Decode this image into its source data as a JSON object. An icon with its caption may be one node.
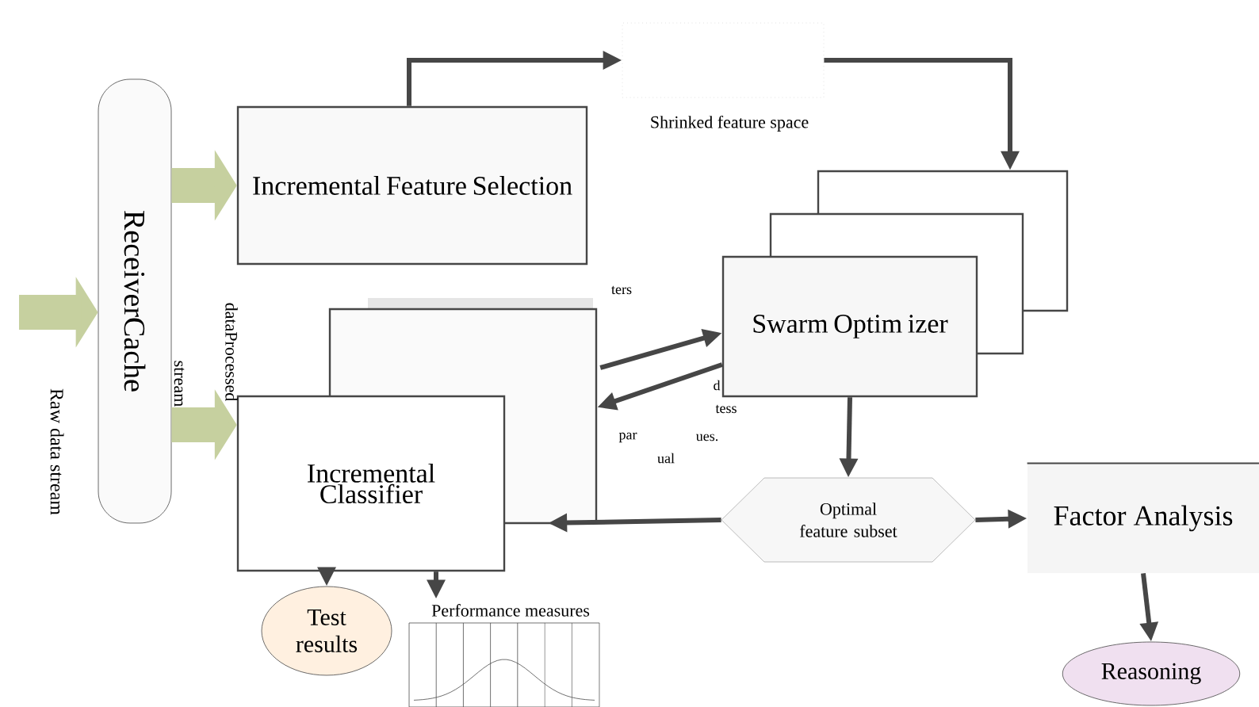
{
  "diagram": {
    "nodes": [
      {
        "text": [
          "ReceiverCache"
        ]
      },
      {
        "text": [
          "Incremental Feature Selection"
        ]
      },
      {
        "text": [
          "Shrinked feature space"
        ]
      },
      {
        "text": [
          "Swarm Optim izer"
        ]
      },
      {
        "text": [
          "Incremental Classifier"
        ]
      },
      {
        "text": [
          "Optimal feature subset"
        ]
      },
      {
        "text": [
          "Factor Analysis"
        ]
      },
      {
        "text": [
          "Test results"
        ]
      },
      {
        "text": [
          "Performance measures"
        ]
      },
      {
        "text": [
          "Reasoning"
        ]
      }
    ],
    "edges": [
      {
        "from": null,
        "to": 0,
        "arrow": "to",
        "label": "Raw data stream",
        "style": "thick",
        "color": "#c6d09f"
      },
      {
        "from": 0,
        "to": 1,
        "arrow": "to",
        "style": "thick",
        "color": "#c6d09f"
      },
      {
        "from": 0,
        "to": 4,
        "arrow": "to",
        "style": "thick",
        "color": "#c6d09f"
      },
      {
        "from": 1,
        "to": 2,
        "arrow": "to"
      },
      {
        "from": 2,
        "to": 3,
        "arrow": "to"
      },
      {
        "from": 4,
        "to": 3,
        "arrow": "to"
      },
      {
        "from": 3,
        "to": 4,
        "arrow": "to"
      },
      {
        "from": 3,
        "to": 5,
        "arrow": "to"
      },
      {
        "from": 5,
        "to": 4,
        "arrow": "to"
      },
      {
        "from": 5,
        "to": 6,
        "arrow": "to"
      },
      {
        "from": 4,
        "to": 7,
        "arrow": "to"
      },
      {
        "from": 4,
        "to": 8,
        "arrow": "to"
      },
      {
        "from": 6,
        "to": 9,
        "arrow": "to"
      }
    ],
    "labels": [
      "dataProcessed",
      "stream",
      "ters",
      "d",
      "tess",
      "par",
      "ues.",
      "ual"
    ]
  }
}
